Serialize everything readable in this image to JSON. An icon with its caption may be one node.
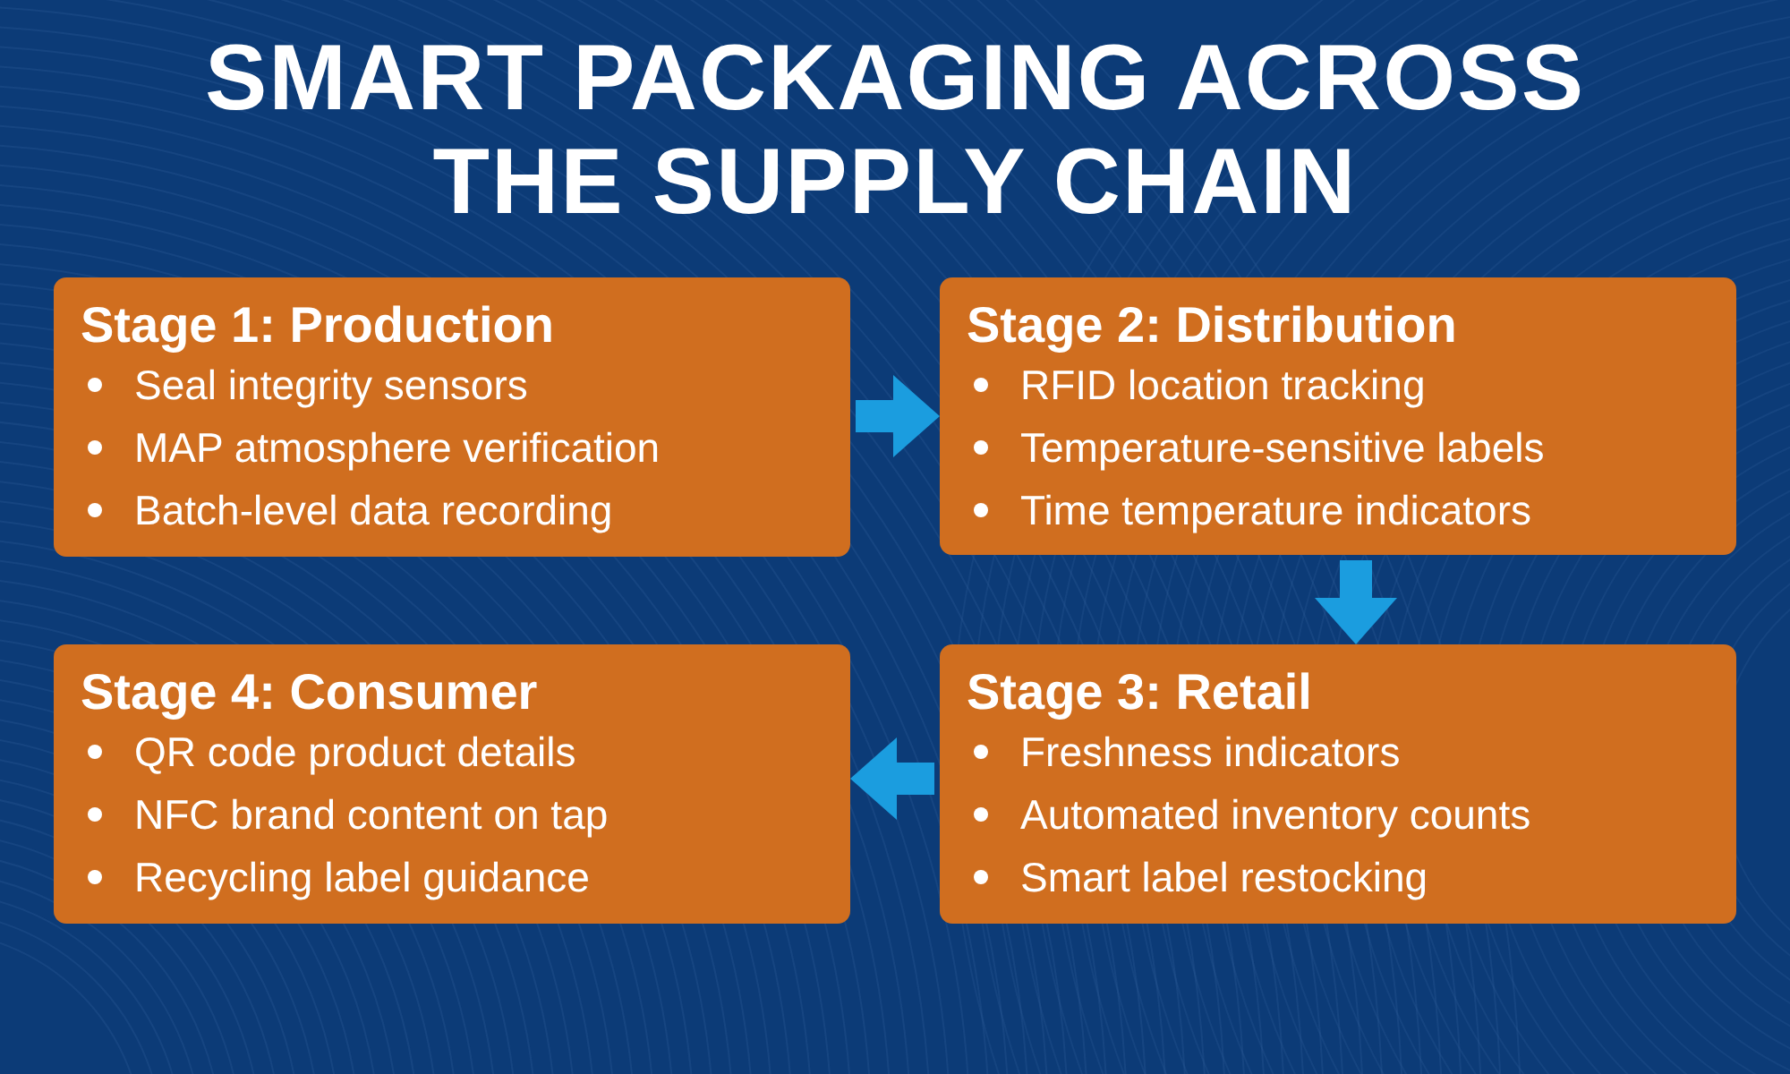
{
  "diagram": {
    "title": "SMART PACKAGING ACROSS THE SUPPLY CHAIN",
    "nodes": [
      {
        "text": [
          "Stage 1: Production",
          "Seal integrity sensors",
          "MAP atmosphere verification",
          "Batch-level data recording"
        ]
      },
      {
        "text": [
          "Stage 2: Distribution",
          "RFID location tracking",
          "Temperature-sensitive labels",
          "Time temperature indicators"
        ]
      },
      {
        "text": [
          "Stage 3: Retail",
          "Freshness indicators",
          "Automated inventory counts",
          "Smart label restocking"
        ]
      },
      {
        "text": [
          "Stage 4: Consumer",
          "QR code product details",
          "NFC brand content on tap",
          "Recycling label guidance"
        ]
      }
    ],
    "edges": [
      {
        "from": 0,
        "to": 1,
        "arrow": "to"
      },
      {
        "from": 1,
        "to": 2,
        "arrow": "to"
      },
      {
        "from": 2,
        "to": 3,
        "arrow": "to"
      }
    ]
  }
}
